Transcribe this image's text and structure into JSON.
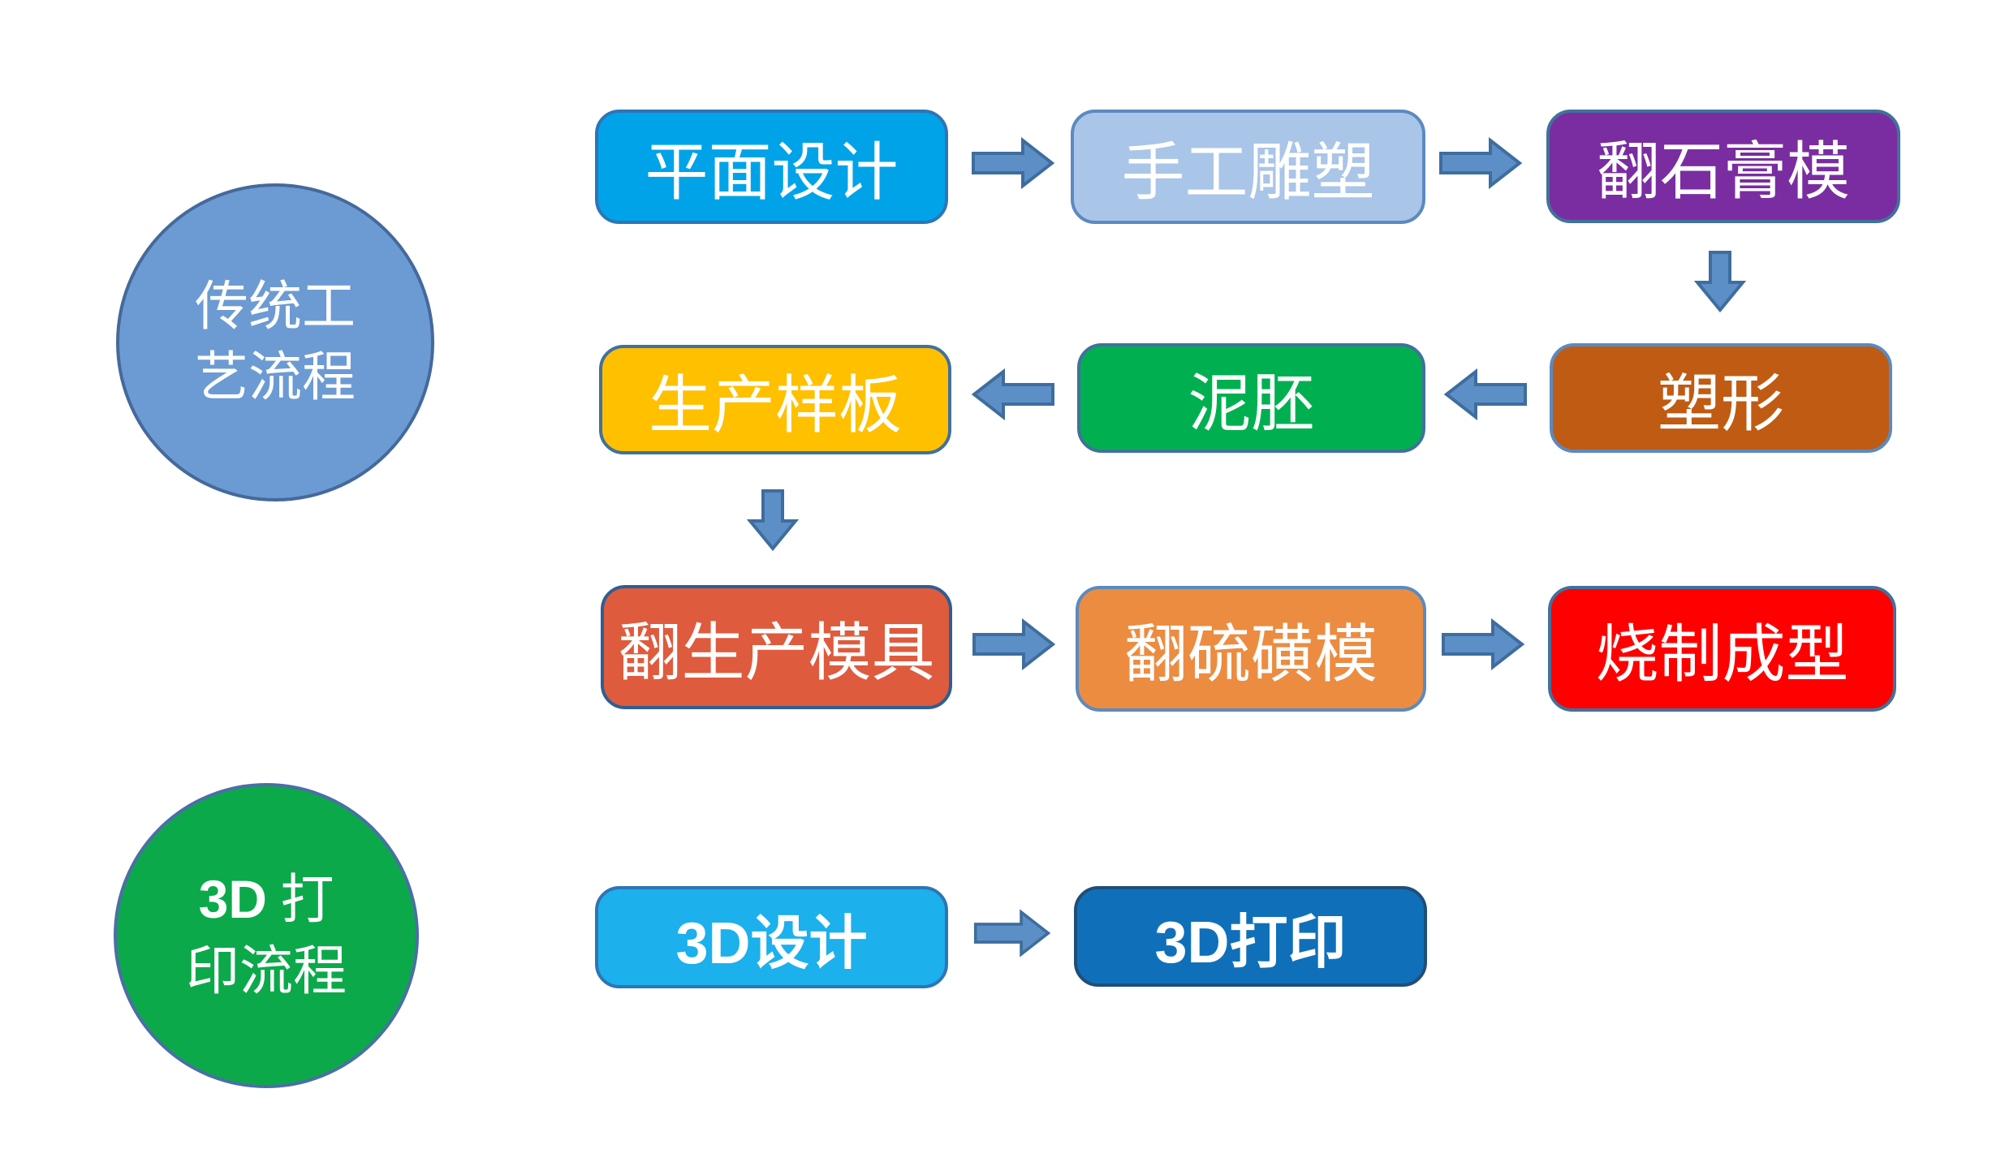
{
  "traditional_process": {
    "circle": {
      "line1": "传统工",
      "line2": "艺流程",
      "fill": "#6C9BD3"
    },
    "steps": [
      {
        "label": "平面设计",
        "fill": "#00A3E8"
      },
      {
        "label": "手工雕塑",
        "fill": "#A9C5E8"
      },
      {
        "label": "翻石膏模",
        "fill": "#7A2DA0"
      },
      {
        "label": "塑形",
        "fill": "#C05B13"
      },
      {
        "label": "泥胚",
        "fill": "#00B050"
      },
      {
        "label": "生产样板",
        "fill": "#FFC000"
      },
      {
        "label": "翻生产模具",
        "fill": "#DE5B3E"
      },
      {
        "label": "翻硫磺模",
        "fill": "#EC8C40"
      },
      {
        "label": "烧制成型",
        "fill": "#FE0000"
      }
    ],
    "connections": [
      {
        "from": "平面设计",
        "to": "手工雕塑"
      },
      {
        "from": "手工雕塑",
        "to": "翻石膏模"
      },
      {
        "from": "翻石膏模",
        "to": "塑形"
      },
      {
        "from": "塑形",
        "to": "泥胚"
      },
      {
        "from": "泥胚",
        "to": "生产样板"
      },
      {
        "from": "生产样板",
        "to": "翻生产模具"
      },
      {
        "from": "翻生产模具",
        "to": "翻硫磺模"
      },
      {
        "from": "翻硫磺模",
        "to": "烧制成型"
      }
    ]
  },
  "printing_process": {
    "circle": {
      "prefix": "3D",
      "line1_rest": " 打",
      "line2": "印流程",
      "fill": "#0CA94B"
    },
    "steps": [
      {
        "prefix": "3D",
        "suffix": "设计",
        "fill": "#1CB0EC"
      },
      {
        "prefix": "3D",
        "suffix": "打印",
        "fill": "#0F70B9"
      }
    ],
    "connections": [
      {
        "from": "3D设计",
        "to": "3D打印"
      }
    ]
  },
  "arrows": {
    "fill": "#5D8FC7",
    "stroke": "#3E6D9E"
  }
}
